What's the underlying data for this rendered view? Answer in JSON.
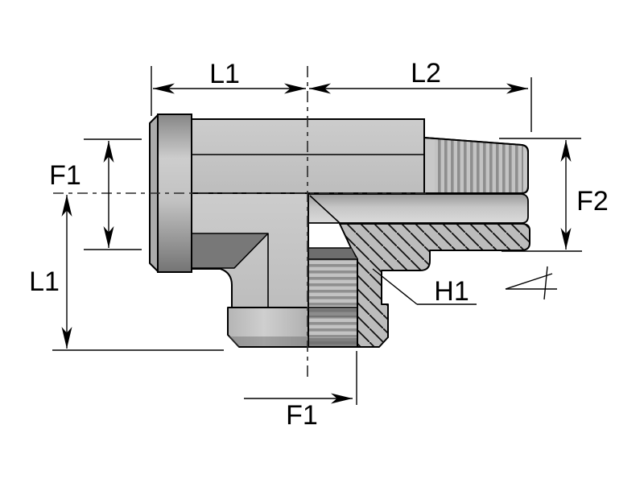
{
  "diagram": {
    "type": "technical-drawing",
    "view": "half-section of a tee fitting with dimension callouts",
    "background_color": "#ffffff",
    "line_color": "#000000",
    "label_color": "#000000",
    "body_color": "#c4c4c4",
    "dark_face_color": "#787878",
    "hatch_color": "#bcbcbc",
    "labels": {
      "l1_top": "L1",
      "l2_top": "L2",
      "f1_side": "F1",
      "l1_side": "L1",
      "f2_right": "F2",
      "h1": "H1",
      "f1_bottom": "F1"
    }
  }
}
